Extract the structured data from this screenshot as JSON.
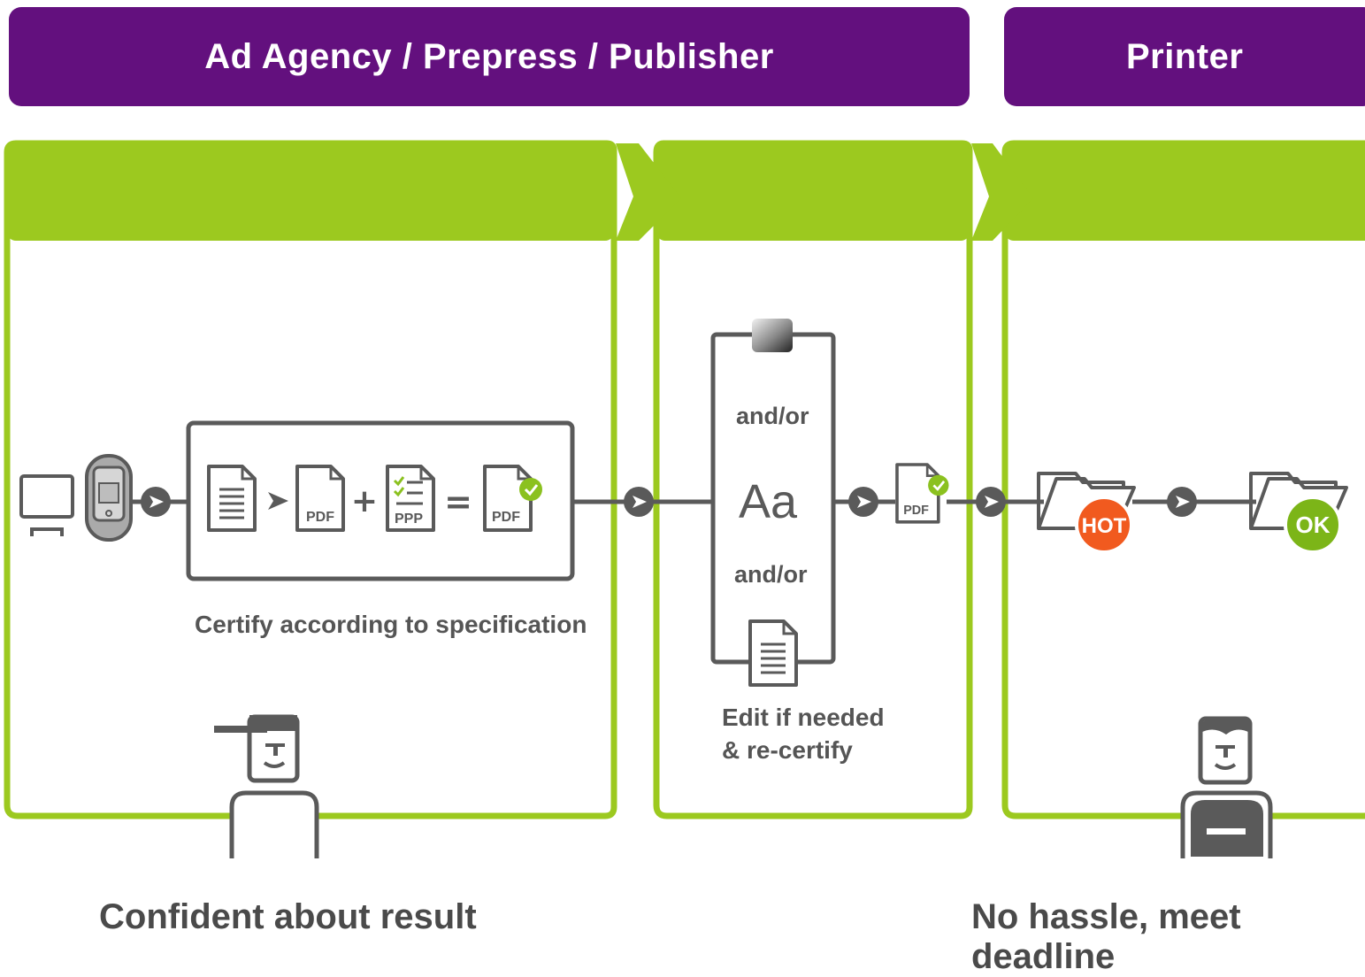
{
  "headers": {
    "agency": "Ad Agency / Prepress / Publisher",
    "printer": "Printer"
  },
  "icons": {
    "pdf": "PDF",
    "ppp": "PPP",
    "aa": "Aa",
    "hot": "HOT",
    "ok": "OK"
  },
  "operators": {
    "plus": "+",
    "equals": "="
  },
  "labels": {
    "certify": "Certify according to specification",
    "and_or_top": "and/or",
    "and_or_bottom": "and/or",
    "edit_line1": "Edit if needed",
    "edit_line2": "& re-certify",
    "confident": "Confident about result",
    "no_hassle": "No hassle, meet deadline"
  },
  "colors": {
    "purple": "#63107e",
    "green": "#9cc91f",
    "gray": "#5a5a5a",
    "hot": "#f15a1f",
    "ok": "#7cb518",
    "check": "#8bc11f"
  }
}
